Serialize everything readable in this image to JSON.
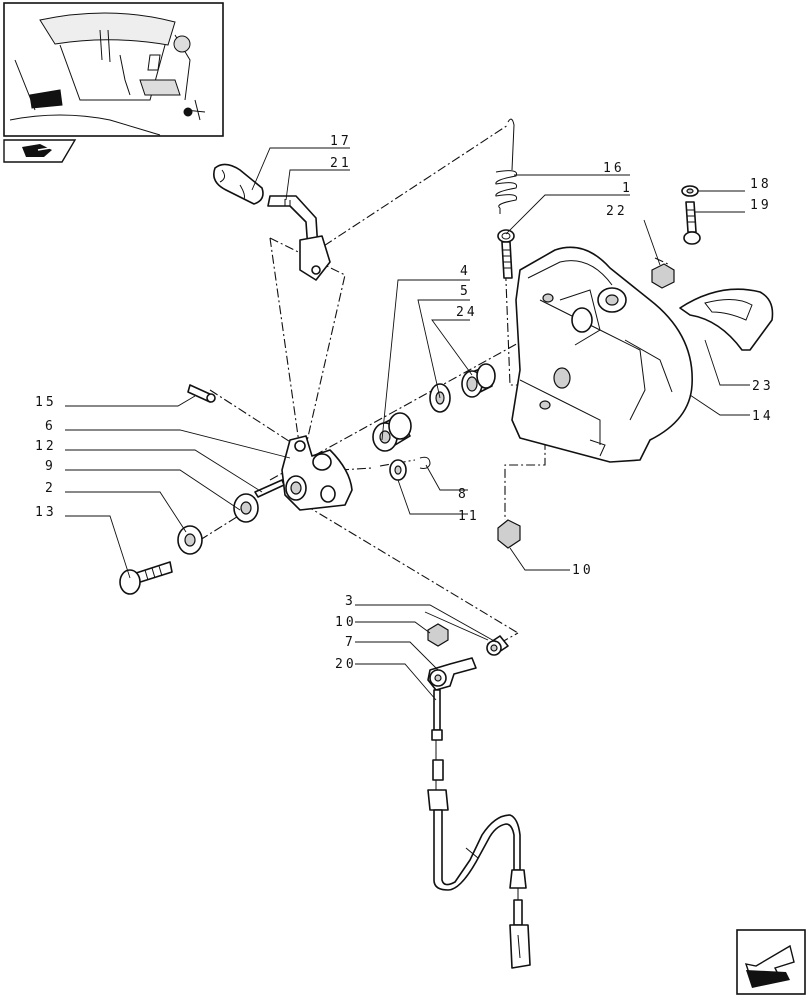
{
  "labels": {
    "l17": "17",
    "l21": "21",
    "l16": "16",
    "l1": "1",
    "l18": "18",
    "l19": "19",
    "l22": "22",
    "l4": "4",
    "l5": "5",
    "l24": "24",
    "l15": "15",
    "l6": "6",
    "l12": "12",
    "l9": "9",
    "l2": "2",
    "l13": "13",
    "l8": "8",
    "l11": "11",
    "l10a": "10",
    "l23": "23",
    "l14": "14",
    "l3": "3",
    "l10b": "10",
    "l7": "7",
    "l20": "20"
  },
  "icons": {
    "thumbnail": "tractor-cab-pedals-thumbnail",
    "book": "book-icon",
    "nav": "next-page-arrow-icon"
  }
}
